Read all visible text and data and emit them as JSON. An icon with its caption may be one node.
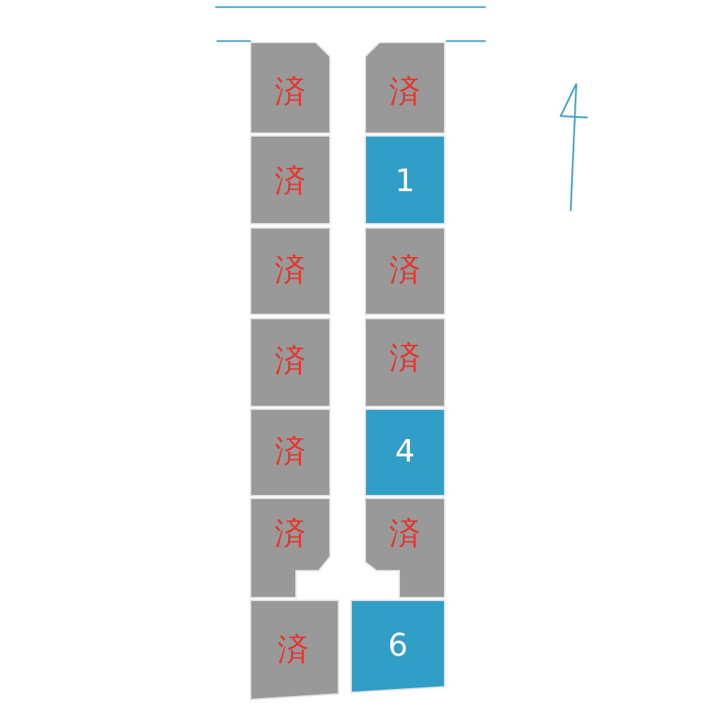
{
  "diagram": {
    "nodes": [
      {
        "text": [
          "済"
        ]
      },
      {
        "text": [
          "済"
        ]
      },
      {
        "text": [
          "済"
        ]
      },
      {
        "text": [
          "1"
        ]
      },
      {
        "text": [
          "済"
        ]
      },
      {
        "text": [
          "済"
        ]
      },
      {
        "text": [
          "済"
        ]
      },
      {
        "text": [
          "済"
        ]
      },
      {
        "text": [
          "済"
        ]
      },
      {
        "text": [
          "4"
        ]
      },
      {
        "text": [
          "済"
        ]
      },
      {
        "text": [
          "済"
        ]
      },
      {
        "text": [
          "済"
        ]
      },
      {
        "text": [
          "6"
        ]
      }
    ]
  }
}
